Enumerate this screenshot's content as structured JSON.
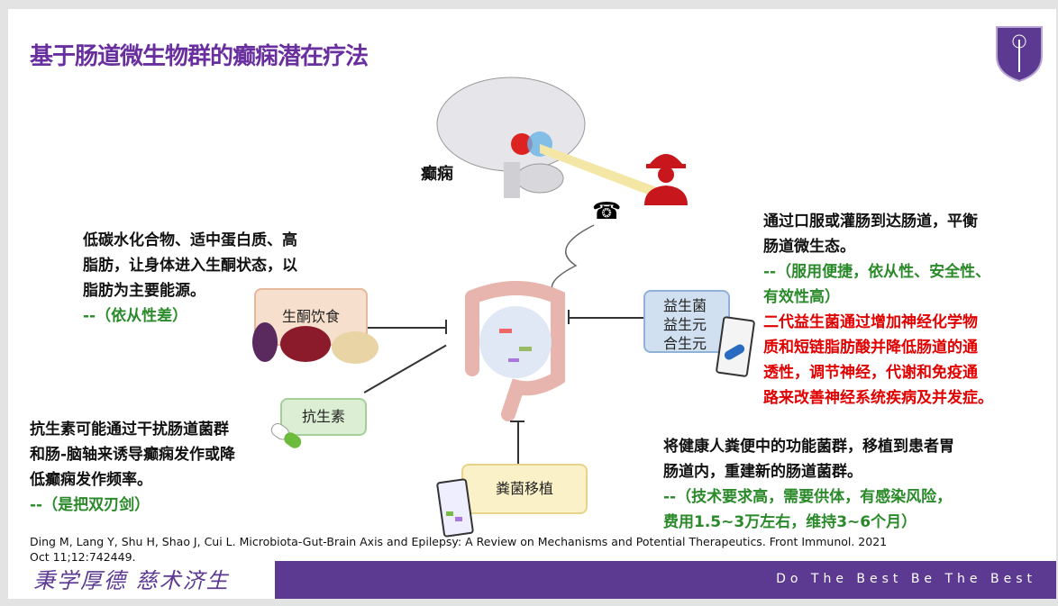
{
  "title": "基于肠道微生物群的癫痫潜在疗法",
  "brain_label": "癫痫",
  "ketogenic": {
    "box": "生酮饮食",
    "desc": [
      "低碳水化合物、适中蛋白质、高",
      "脂肪，让身体进入生酮状态，以",
      "脂肪为主要能源。"
    ],
    "note": "--（依从性差）"
  },
  "antibiotic": {
    "box": "抗生素",
    "desc": [
      "抗生素可能通过干扰肠道菌群",
      "和肠-脑轴来诱导癫痫发作或降",
      "低癫痫发作频率。"
    ],
    "note": "--（是把双刃剑）"
  },
  "probiotic": {
    "box": [
      "益生菌",
      "益生元",
      "合生元"
    ],
    "desc": [
      "通过口服或灌肠到达肠道，平衡",
      "肠道微生态。"
    ],
    "note": [
      "--（服用便捷，依从性、安全性、",
      "有效性高）"
    ],
    "red": [
      "二代益生菌通过增加神经化学物",
      "质和短链脂肪酸并降低肠道的通",
      "透性，调节神经，代谢和免疫通",
      "路来改善神经系统疾病及并发症。"
    ]
  },
  "fmt": {
    "box": "粪菌移植",
    "desc": [
      "将健康人粪便中的功能菌群，移植到患者胃",
      "肠道内，重建新的肠道菌群。"
    ],
    "note": [
      "--（技术要求高，需要供体，有感染风险，",
      "费用1.5~3万左右，维持3~6个月）"
    ]
  },
  "citation": [
    "Ding M, Lang Y, Shu H, Shao J, Cui L. Microbiota-Gut-Brain Axis and Epilepsy: A Review on Mechanisms and Potential Therapeutics. Front Immunol. 2021",
    "Oct 11;12:742449."
  ],
  "footer": {
    "calligraphy": "秉学厚德  慈术济生",
    "motto": "Do The Best  Be The Best"
  },
  "colors": {
    "accent": "#6a2f9e",
    "footer": "#5c3a91",
    "green": "#2a8a2a",
    "red": "#e00000"
  }
}
